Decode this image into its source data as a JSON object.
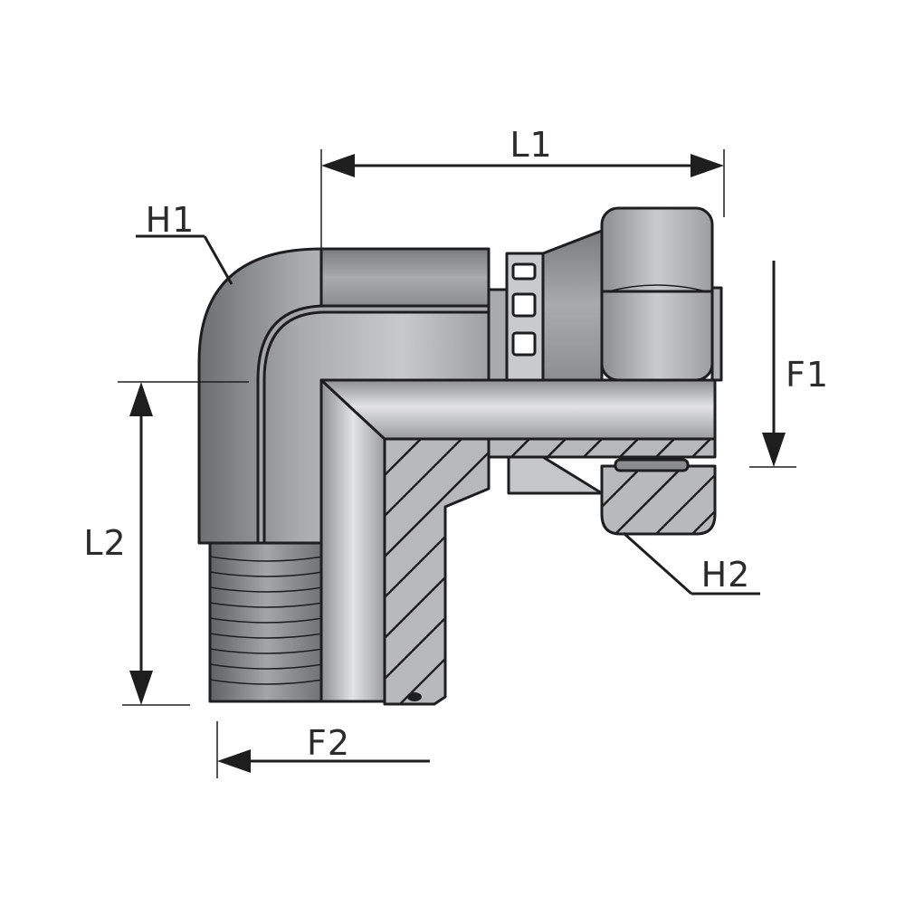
{
  "labels": {
    "L1": "L1",
    "L2": "L2",
    "F1": "F1",
    "F2": "F2",
    "H1": "H1",
    "H2": "H2"
  },
  "colors": {
    "body_dark": "#6d6f71",
    "body_mid": "#9a9c9e",
    "body_light": "#c4c6c8",
    "bore_light": "#d9dadb",
    "section": "#b7b9bb",
    "outline": "#1e1e1e"
  }
}
